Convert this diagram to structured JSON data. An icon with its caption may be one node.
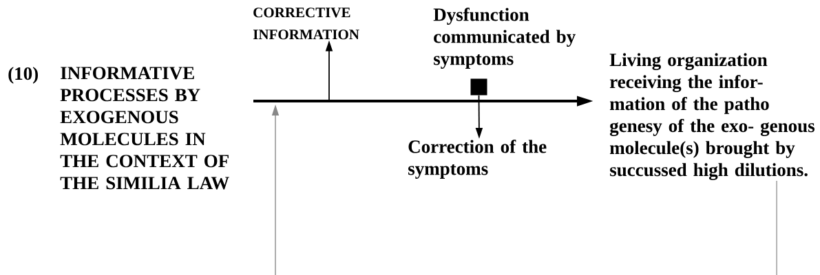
{
  "diagram": {
    "nodes": [
      {
        "text": [
          "CORRECTIVE INFORMATION"
        ]
      },
      {
        "text": [
          "Dysfunction communicated by symptoms"
        ]
      },
      {
        "text": [
          "Correction of the symptoms"
        ]
      },
      {
        "text": [
          "Living organization receiving the infor- mation of the patho genesy of the exo- genous molecule(s) brought by succussed high dilutions."
        ]
      },
      {
        "text": [],
        "shape": "box"
      }
    ],
    "edges": [
      {
        "from": null,
        "to": 3,
        "arrow": "to",
        "style": "thick"
      },
      {
        "from": null,
        "to": 0,
        "arrow": "to"
      },
      {
        "from": 4,
        "to": 2,
        "arrow": "to"
      },
      {
        "from": null,
        "to": 3,
        "arrow": "none",
        "color": "#888888"
      }
    ],
    "labels": [
      "(10)",
      "INFORMATIVE PROCESSES BY EXOGENOUS MOLECULES IN THE CONTEXT OF THE SIMILIA LAW"
    ]
  }
}
